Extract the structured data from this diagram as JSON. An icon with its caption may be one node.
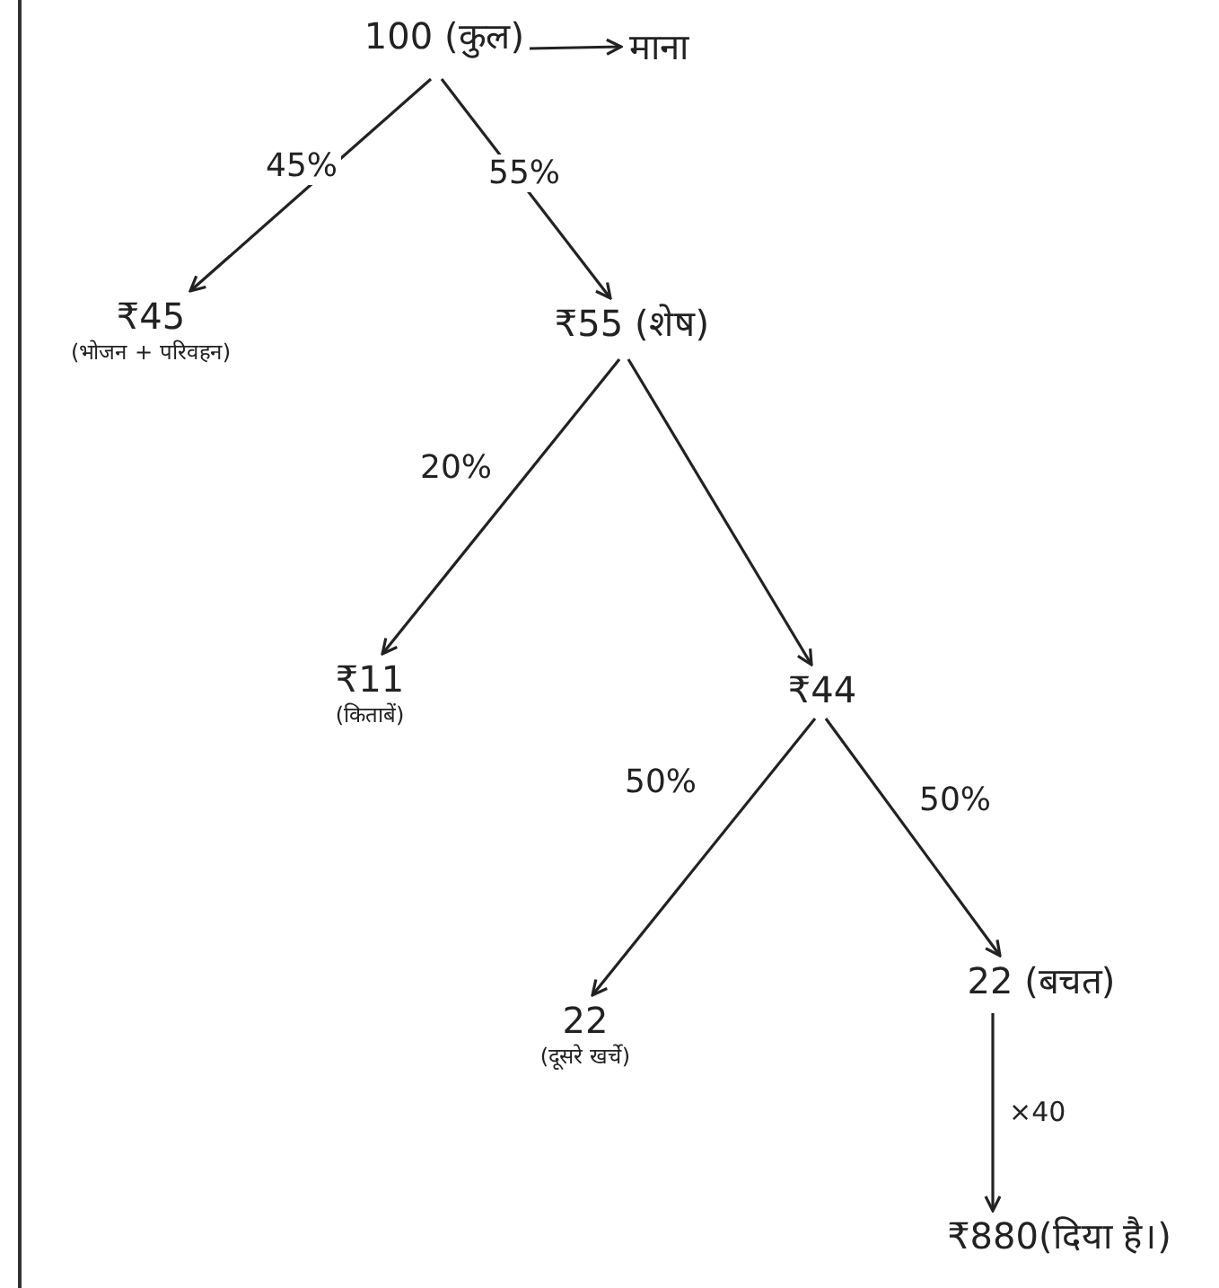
{
  "diagram": {
    "nodes": [
      {
        "text": [
          "100 (कुल)"
        ]
      },
      {
        "text": [
          "माना"
        ]
      },
      {
        "text": [
          "₹45",
          "(भोजन + परिवहन)"
        ]
      },
      {
        "text": [
          "₹55 (शेष)"
        ]
      },
      {
        "text": [
          "₹11",
          "(किताबें)"
        ]
      },
      {
        "text": [
          "₹44"
        ]
      },
      {
        "text": [
          "22",
          "(दूसरे खर्चे)"
        ]
      },
      {
        "text": [
          "22 (बचत)"
        ]
      },
      {
        "text": [
          "₹880(दिया है।)"
        ]
      }
    ],
    "edges": [
      {
        "from": 0,
        "to": 1,
        "arrow": "to"
      },
      {
        "from": 0,
        "to": 2,
        "arrow": "to",
        "label": "45%"
      },
      {
        "from": 0,
        "to": 3,
        "arrow": "to",
        "label": "55%"
      },
      {
        "from": 3,
        "to": 4,
        "arrow": "to",
        "label": "20%"
      },
      {
        "from": 3,
        "to": 5,
        "arrow": "to"
      },
      {
        "from": 5,
        "to": 6,
        "arrow": "to",
        "label": "50%"
      },
      {
        "from": 5,
        "to": 7,
        "arrow": "to",
        "label": "50%"
      },
      {
        "from": 7,
        "to": 8,
        "arrow": "to",
        "label": "×40"
      }
    ]
  }
}
